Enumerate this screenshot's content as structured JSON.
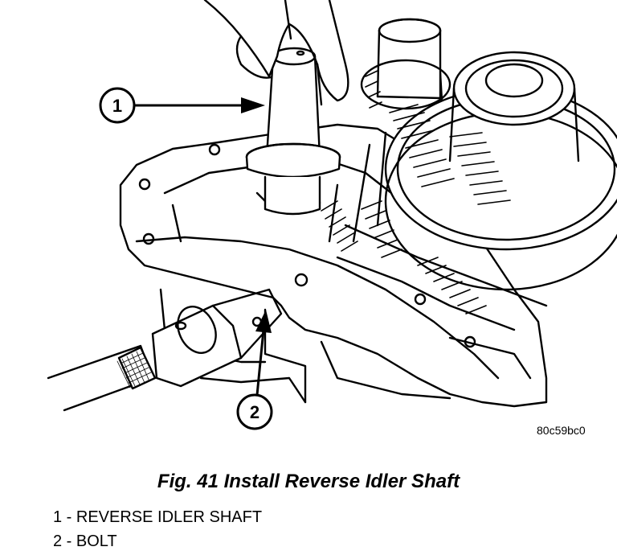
{
  "figure": {
    "id": "80c59bc0",
    "caption": "Fig. 41 Install Reverse Idler Shaft",
    "callouts": [
      {
        "number": "1",
        "label": "REVERSE IDLER SHAFT"
      },
      {
        "number": "2",
        "label": "BOLT"
      }
    ]
  },
  "legend": [
    "1 - REVERSE IDLER SHAFT",
    "2 - BOLT"
  ],
  "colors": {
    "ink": "#000000",
    "paper": "#ffffff"
  }
}
